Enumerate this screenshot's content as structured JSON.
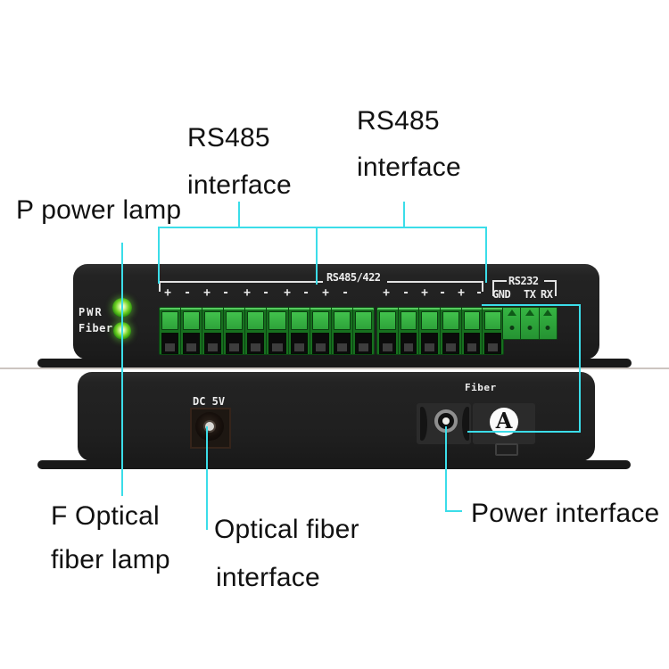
{
  "annotations": {
    "rs485_left": {
      "line1": "RS485",
      "line2": "interface"
    },
    "rs485_right": {
      "line1": "RS485",
      "line2": "interface"
    },
    "p_power_lamp": "P power lamp",
    "f_optical_line1": "F Optical",
    "f_optical_line2": "fiber lamp",
    "optical_fiber_line1": "Optical fiber",
    "optical_fiber_line2": "interface",
    "power_interface": "Power interface"
  },
  "device_top_panel": {
    "pwr_led_label": "PWR",
    "fiber_led_label": "Fiber",
    "terminal_group_label": "RS485/422",
    "rs232_label": "RS232",
    "rs232_pins": [
      "GND",
      "TX",
      "RX"
    ],
    "block1_signs": [
      "+",
      "-",
      "+",
      "-",
      "+",
      "-",
      "+",
      "-",
      "+",
      "-"
    ],
    "block2_signs": [
      "+",
      "-",
      "+",
      "-",
      "+",
      "-"
    ]
  },
  "device_bottom_panel": {
    "power_jack_label": "DC 5V",
    "fiber_port_label": "Fiber",
    "fiber_adapter_letter": "A"
  },
  "colors": {
    "annotation_line": "#3bdde9",
    "device_body": "#202020",
    "terminal_green": "#2da239",
    "led_green": "#4fc31e",
    "label_text": "#111111",
    "panel_text": "#ededed"
  }
}
